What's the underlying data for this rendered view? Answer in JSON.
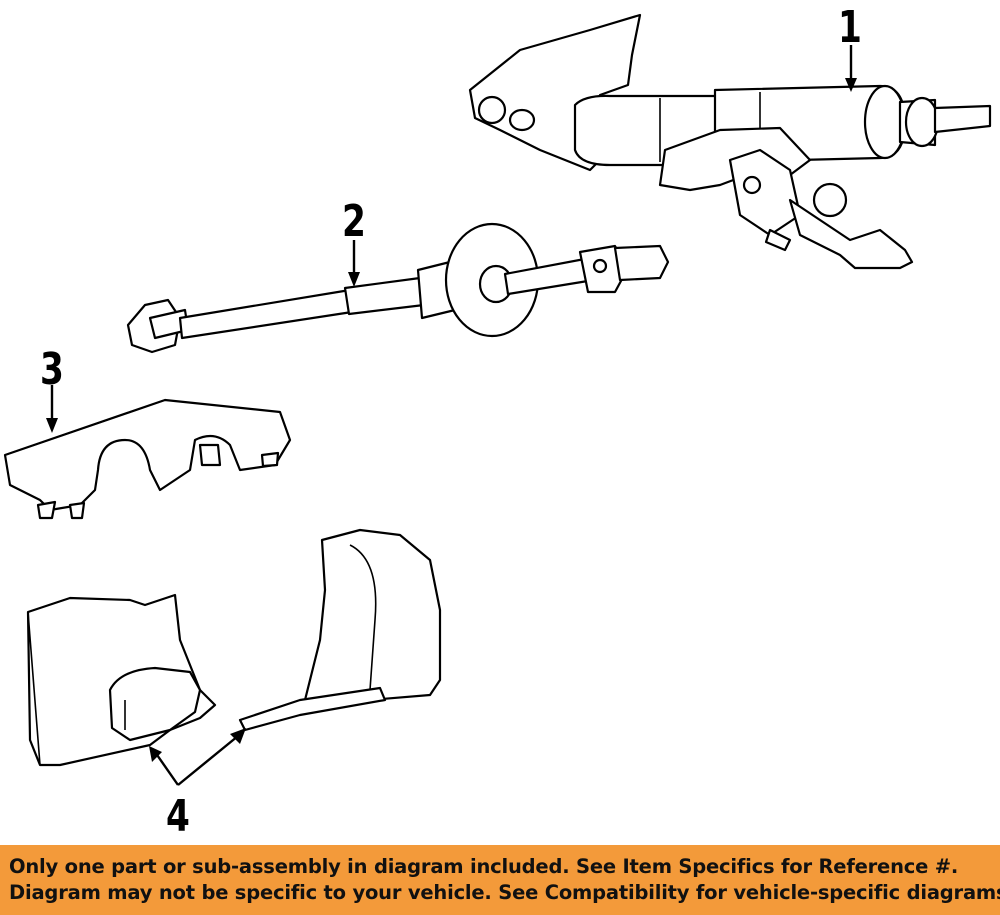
{
  "diagram": {
    "callouts": [
      {
        "id": "1",
        "label": "1"
      },
      {
        "id": "2",
        "label": "2"
      },
      {
        "id": "3",
        "label": "3"
      },
      {
        "id": "4",
        "label": "4"
      }
    ]
  },
  "banner": {
    "line1": "Only one part or sub-assembly in diagram included. See Item Specifics for Reference #.",
    "line2": "Diagram may not be specific to your vehicle. See Compatibility for vehicle-specific diagrams.",
    "color": "#f39a3a"
  }
}
